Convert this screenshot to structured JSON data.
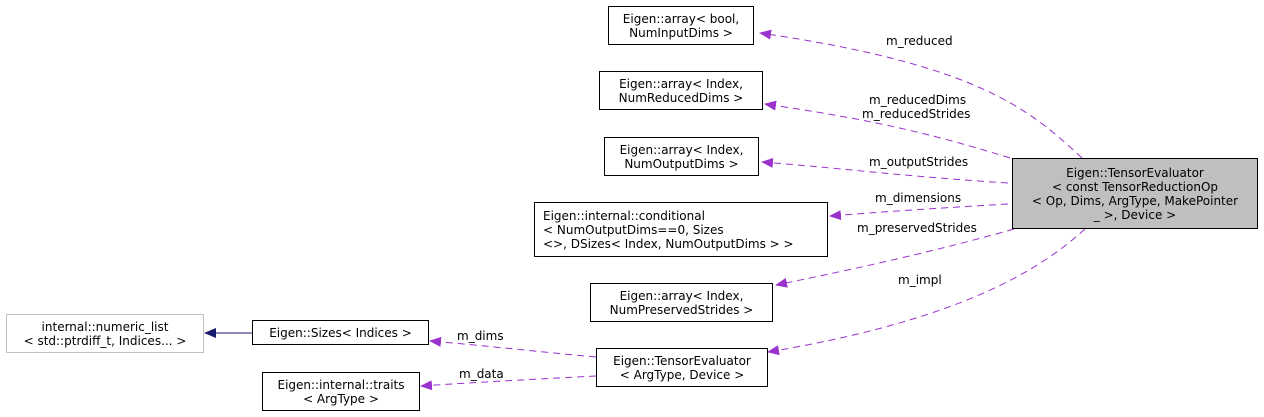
{
  "colors": {
    "member_edge": "#9a32cd",
    "inherit_edge": "#191970",
    "main_fill": "#bfbfbf"
  },
  "nodes": {
    "main": {
      "lines": [
        "Eigen::TensorEvaluator",
        "< const TensorReductionOp",
        "< Op, Dims, ArgType, MakePointer",
        "_ >, Device >"
      ]
    },
    "array_bool": {
      "lines": [
        "Eigen::array< bool,",
        "NumInputDims >"
      ]
    },
    "array_reduced": {
      "lines": [
        "Eigen::array< Index,",
        "NumReducedDims >"
      ]
    },
    "array_output": {
      "lines": [
        "Eigen::array< Index,",
        "NumOutputDims >"
      ]
    },
    "conditional": {
      "lines": [
        "Eigen::internal::conditional",
        "< NumOutputDims==0, Sizes",
        "<>, DSizes< Index, NumOutputDims > >"
      ]
    },
    "array_preserved": {
      "lines": [
        "Eigen::array< Index,",
        "NumPreservedStrides >"
      ]
    },
    "evaluator_arg": {
      "lines": [
        "Eigen::TensorEvaluator",
        "< ArgType, Device >"
      ]
    },
    "sizes": {
      "lines": [
        "Eigen::Sizes< Indices >"
      ]
    },
    "numeric_list": {
      "lines": [
        "internal::numeric_list",
        "< std::ptrdiff_t, Indices... >"
      ]
    },
    "traits": {
      "lines": [
        "Eigen::internal::traits",
        "< ArgType >"
      ]
    }
  },
  "edges": {
    "m_reduced": "m_reduced",
    "m_reducedDims": "m_reducedDims",
    "m_reducedStrides": "m_reducedStrides",
    "m_outputStrides": "m_outputStrides",
    "m_dimensions": "m_dimensions",
    "m_preservedStrides": "m_preservedStrides",
    "m_impl": "m_impl",
    "m_dims": "m_dims",
    "m_data": "m_data"
  }
}
